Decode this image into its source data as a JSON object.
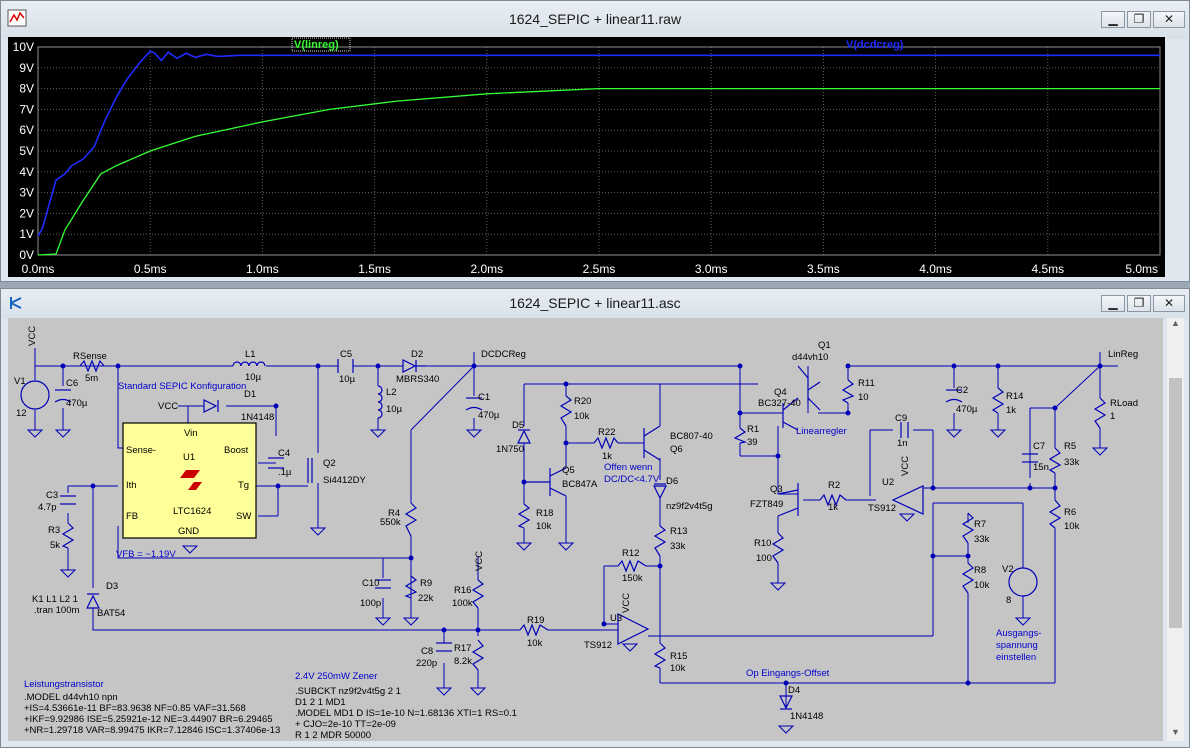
{
  "waveform_window": {
    "title": "1624_SEPIC + linear11.raw",
    "traces": [
      {
        "name": "V(linreg)",
        "color": "#33ff33"
      },
      {
        "name": "V(dcdcreg)",
        "color": "#1f2bff"
      }
    ],
    "chart_data": {
      "type": "line",
      "x_unit": "ms",
      "y_unit": "V",
      "xlim": [
        0,
        5
      ],
      "ylim": [
        0,
        10
      ],
      "x_ticks": [
        "0.0ms",
        "0.5ms",
        "1.0ms",
        "1.5ms",
        "2.0ms",
        "2.5ms",
        "3.0ms",
        "3.5ms",
        "4.0ms",
        "4.5ms",
        "5.0ms"
      ],
      "y_ticks": [
        "0V",
        "1V",
        "2V",
        "3V",
        "4V",
        "5V",
        "6V",
        "7V",
        "8V",
        "9V",
        "10V"
      ],
      "grid": true,
      "series": [
        {
          "name": "V(linreg)",
          "x": [
            0,
            0.08,
            0.12,
            0.2,
            0.28,
            0.35,
            0.5,
            0.7,
            1.0,
            1.3,
            1.6,
            2.0,
            2.3,
            2.5,
            3.0,
            4.0,
            5.0
          ],
          "y": [
            0,
            0.05,
            1.2,
            2.6,
            3.9,
            4.3,
            5.0,
            5.7,
            6.4,
            7.0,
            7.4,
            7.75,
            7.9,
            8.0,
            8.0,
            8.0,
            8.0
          ]
        },
        {
          "name": "V(dcdcreg)",
          "x": [
            0,
            0.02,
            0.08,
            0.12,
            0.15,
            0.2,
            0.25,
            0.3,
            0.35,
            0.4,
            0.45,
            0.5,
            0.52,
            0.55,
            0.58,
            0.62,
            0.66,
            0.7,
            0.75,
            0.8,
            0.9,
            1.0,
            1.5,
            2.0,
            3.0,
            4.0,
            5.0
          ],
          "y": [
            0.9,
            1.3,
            3.6,
            3.9,
            4.3,
            4.6,
            5.2,
            6.5,
            7.6,
            8.5,
            9.2,
            9.8,
            9.7,
            9.35,
            9.75,
            9.45,
            9.7,
            9.5,
            9.65,
            9.55,
            9.6,
            9.6,
            9.6,
            9.6,
            9.6,
            9.6,
            9.6
          ]
        }
      ]
    }
  },
  "schematic_window": {
    "title": "1624_SEPIC + linear11.asc",
    "labels": {
      "vcc": "VCC",
      "rsense": "RSense",
      "rsense_val": "5m",
      "l1": "L1",
      "l1_val": "10µ",
      "c5": "C5",
      "c5_val": "10µ",
      "d2": "D2",
      "d2_val": "MBRS340",
      "dcdcreg": "DCDCReg",
      "q1": "Q1",
      "q1_val": "d44vh10",
      "linreg": "LinReg",
      "v1": "V1",
      "v1_val": "12",
      "c6": "C6",
      "c6_val": "470µ",
      "sepic_title": "Standard SEPIC Konfiguration",
      "vcc2": "VCC",
      "d1": "D1",
      "d1_val": "1N4148",
      "l2": "L2",
      "l2_val": "10µ",
      "c1": "C1",
      "c1_val": "470µ",
      "r20": "R20",
      "r20_val": "10k",
      "q4": "Q4",
      "q4_val": "BC327-40",
      "r11": "R11",
      "r11_val": "10",
      "c2": "C2",
      "c2_val": "470µ",
      "r14": "R14",
      "r14_val": "1k",
      "rload": "RLoad",
      "rload_val": "1",
      "u1_vin": "Vin",
      "u1_sense": "Sense-",
      "u1_boost": "Boost",
      "u1_name": "U1",
      "u1_ith": "Ith",
      "u1_tg": "Tg",
      "u1_fb": "FB",
      "u1_sw": "SW",
      "u1_part": "LTC1624",
      "u1_gnd": "GND",
      "c4": "C4",
      "c4_val": ".1µ",
      "q2": "Q2",
      "q2_val": "Si4412DY",
      "d5": "D5",
      "d5_val": "1N750",
      "r22": "R22",
      "r22_val": "1k",
      "q6_val": "BC807-40",
      "q6": "Q6",
      "r1": "R1",
      "r1_val": "39",
      "linearregler": "Linearregler",
      "c9": "C9",
      "c9_val": "1n",
      "c7": "C7",
      "c7_val": "15n",
      "r5": "R5",
      "r5_val": "33k",
      "q5": "Q5",
      "q5_val": "BC847A",
      "offen_wenn": "Offen wenn",
      "dcdc_lt": "DC/DC<4.7V",
      "d6": "D6",
      "d6_val": "nz9f2v4t5g",
      "q3": "Q3",
      "q3_val": "FZT849",
      "r2": "R2",
      "r2_val": "1k",
      "u2": "U2",
      "u2_val": "TS912",
      "r6": "R6",
      "r6_val": "10k",
      "c3": "C3",
      "c3_val": "4.7p",
      "r3": "R3",
      "r3_val": "5k",
      "r4": "R4",
      "r4_val": "550k",
      "r18": "R18",
      "r18_val": "10k",
      "r13": "R13",
      "r13_val": "33k",
      "r10": "R10",
      "r10_val": "100",
      "r7": "R7",
      "r7_val": "33k",
      "vfb": "VFB = ~1.19V",
      "r12": "R12",
      "r12_val": "150k",
      "r8": "R8",
      "r8_val": "10k",
      "v2": "V2",
      "v2_val": "8",
      "c10": "C10",
      "c10_val": "100p",
      "r9": "R9",
      "r9_val": "22k",
      "r16": "R16",
      "r16_val": "100k",
      "d3_k": "K1 L1 L2 1",
      "d3": "D3",
      "tran": ".tran 100m",
      "d3_val": "BAT54",
      "r19": "R19",
      "r19_val": "10k",
      "u3": "U3",
      "u3_val": "TS912",
      "c8": "C8",
      "c8_val": "220p",
      "r17": "R17",
      "r17_val": "8.2k",
      "r15": "R15",
      "r15_val": "10k",
      "ausgang1": "Ausgangs-",
      "ausgang2": "spannung",
      "ausgang3": "einstellen",
      "op_offset": "Op Eingangs-Offset",
      "d4": "D4",
      "d4_val": "1N4148",
      "vcc_r16": "VCC",
      "vcc_u3": "VCC",
      "vcc_u2": "VCC"
    },
    "model_text_1": [
      "Leistungstransistor",
      ".MODEL d44vh10 npn",
      "+IS=4.53661e-11 BF=83.9638 NF=0.85 VAF=31.568",
      "+IKF=9.92986 ISE=5.25921e-12 NE=3.44907 BR=6.29465",
      "+NR=1.29718 VAR=8.99475 IKR=7.12846 ISC=1.37406e-13"
    ],
    "model_text_2": [
      "2.4V 250mW Zener",
      ".SUBCKT nz9f2v4t5g 2 1",
      "D1 2 1 MD1",
      ".MODEL MD1 D IS=1e-10 N=1.68136 XTI=1 RS=0.1",
      "+ CJO=2e-10 TT=2e-09",
      "R 1 2 MDR 50000"
    ]
  }
}
